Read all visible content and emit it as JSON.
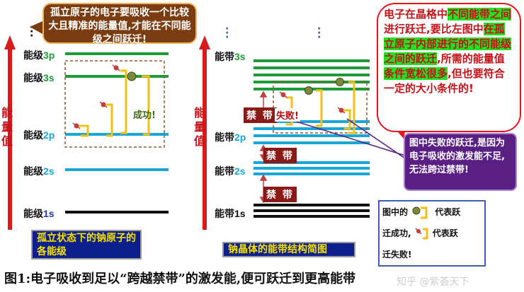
{
  "left_panel": {
    "axis_label": [
      "能",
      "量",
      "值"
    ],
    "levels": [
      {
        "name": "能级",
        "orbital": "3p",
        "color": "#1f9a3a"
      },
      {
        "name": "能级",
        "orbital": "3s",
        "color": "#1f9a3a"
      },
      {
        "name": "能级",
        "orbital": "2p",
        "color": "#1aa6d8"
      },
      {
        "name": "能级",
        "orbital": "2s",
        "color": "#1aa6d8"
      },
      {
        "name": "能级",
        "orbital": "1s",
        "color": "#111111"
      }
    ],
    "success_label": "成功!",
    "caption": "孤立状态下的钠原子的各能级",
    "callout": "孤立原子的电子要吸收一个比较大且精准的能量值,才能在不同能级之间跃迁!"
  },
  "right_panel": {
    "axis_label": [
      "能",
      "量",
      "值"
    ],
    "bands": [
      {
        "name": "能带",
        "orbital": "3s"
      },
      {
        "name": "能带",
        "orbital": "2p"
      },
      {
        "name": "能带",
        "orbital": "2s"
      },
      {
        "name": "能带",
        "orbital": "1s"
      }
    ],
    "gap_label": "禁 带",
    "fail_label": "失败!",
    "caption": "钠晶体的能带结构简图"
  },
  "callout_right": {
    "part1": "电子在晶格中",
    "hl1": "不同能带之间",
    "part2": "进行跃迁,要比左图中",
    "hl2": "在孤 立原子内部进行的不同能级之间的跃迁",
    "part3": ",所需的能量值",
    "hl3": "条件宽松很多",
    "part4": ",但也要符合一定的大小条件的!"
  },
  "callout_purple": "图中失败的跃迁,是因为电子吸收的激发能不足,无法跨过禁带!",
  "legend": {
    "line1a": "图中的",
    "line1b": "代表跃",
    "line2a": "迁成功,",
    "line2b": "代表跃",
    "line3": "迁失败!"
  },
  "figure_caption": "图1:电子吸收到足以“跨越禁带”的激发能,便可跃迁到更高能带",
  "watermark": "知乎 @紫荟天下",
  "colors": {
    "arrow": "#d81b1b",
    "green": "#1f9a3a",
    "blue": "#1aa6d8",
    "black": "#111111",
    "jump": "#f2c01a"
  }
}
